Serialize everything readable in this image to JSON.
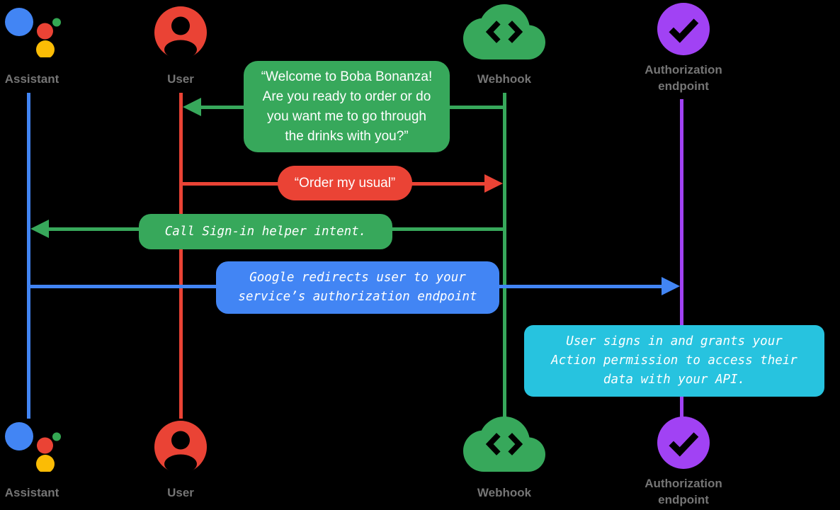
{
  "colors": {
    "background": "#000000",
    "assistant_lifeline": "#4285F4",
    "user_lifeline": "#EA4335",
    "webhook_lifeline": "#37A85B",
    "auth_lifeline": "#A142F4",
    "assistant_logo_yellow": "#FBBC05",
    "note_cyan": "#27C3DF",
    "actor_label_gray": "#757575",
    "bubble_text": "#FFFFFF"
  },
  "actors": [
    {
      "label": "Assistant",
      "icon": "google-assistant-logo",
      "lifeline_color": "#4285F4"
    },
    {
      "label": "User",
      "icon": "person-icon",
      "lifeline_color": "#EA4335"
    },
    {
      "label": "Webhook",
      "icon": "cloud-code-icon",
      "lifeline_color": "#37A85B"
    },
    {
      "label": "Authorization endpoint",
      "icon": "check-circle-icon",
      "lifeline_color": "#A142F4"
    }
  ],
  "messages": [
    {
      "from": "Webhook",
      "to": "User",
      "direction": "left",
      "color": "#37A85B",
      "style": "speech",
      "text": "“Welcome to Boba Bonanza!\nAre you ready to order or do\nyou want me to go through\nthe drinks with you?”"
    },
    {
      "from": "User",
      "to": "Webhook",
      "direction": "right",
      "color": "#EA4335",
      "style": "speech",
      "text": "“Order my usual”"
    },
    {
      "from": "Webhook",
      "to": "Assistant",
      "direction": "left",
      "color": "#37A85B",
      "style": "code",
      "text": "Call Sign-in helper intent."
    },
    {
      "from": "Assistant",
      "to": "Authorization endpoint",
      "direction": "right",
      "color": "#4285F4",
      "style": "code",
      "text": "Google redirects user to your\nservice’s authorization endpoint"
    },
    {
      "at": "Authorization endpoint",
      "direction": "none",
      "color": "#27C3DF",
      "style": "code",
      "type": "note",
      "text": "User signs in and grants your\nAction permission to access their\ndata with your API."
    }
  ]
}
